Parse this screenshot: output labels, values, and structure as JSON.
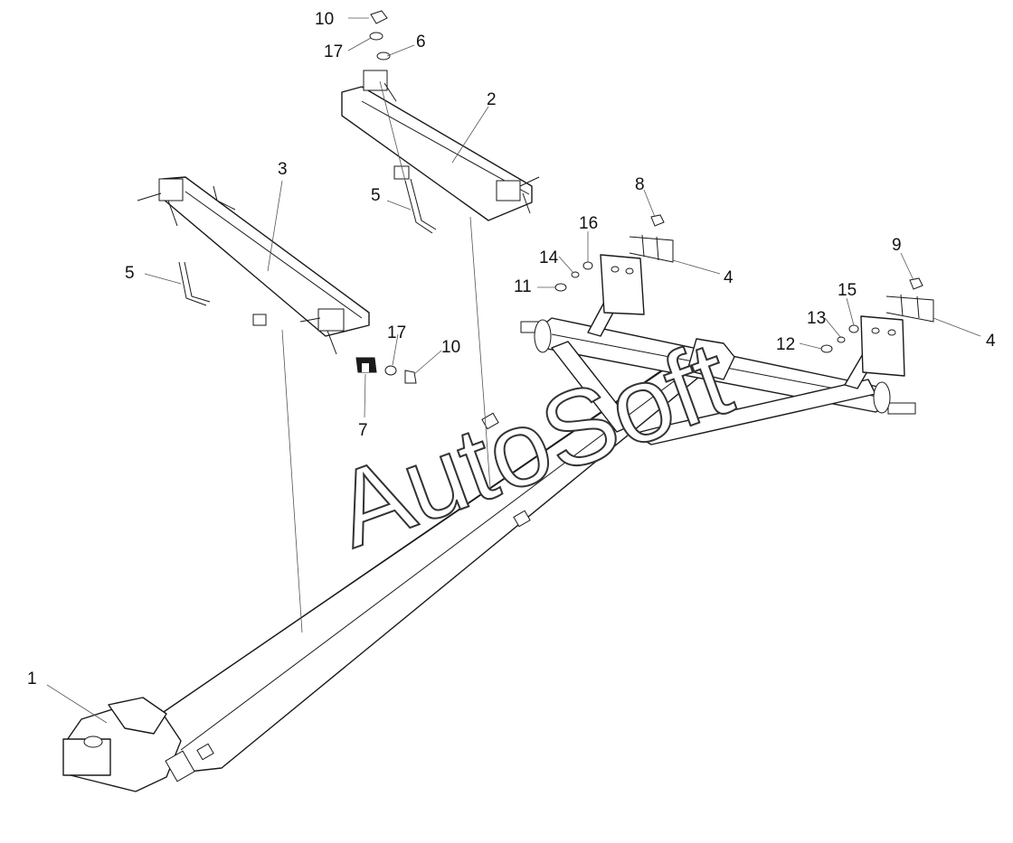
{
  "diagram": {
    "watermark_text": "AutoSoft",
    "callouts": [
      {
        "id": "c1",
        "label": "1"
      },
      {
        "id": "c2",
        "label": "2"
      },
      {
        "id": "c3",
        "label": "3"
      },
      {
        "id": "c4a",
        "label": "4"
      },
      {
        "id": "c4b",
        "label": "4"
      },
      {
        "id": "c5a",
        "label": "5"
      },
      {
        "id": "c5b",
        "label": "5"
      },
      {
        "id": "c6",
        "label": "6"
      },
      {
        "id": "c7",
        "label": "7"
      },
      {
        "id": "c8",
        "label": "8"
      },
      {
        "id": "c9",
        "label": "9"
      },
      {
        "id": "c10a",
        "label": "10"
      },
      {
        "id": "c10b",
        "label": "10"
      },
      {
        "id": "c11",
        "label": "11"
      },
      {
        "id": "c12",
        "label": "12"
      },
      {
        "id": "c13",
        "label": "13"
      },
      {
        "id": "c14",
        "label": "14"
      },
      {
        "id": "c15",
        "label": "15"
      },
      {
        "id": "c16",
        "label": "16"
      },
      {
        "id": "c17a",
        "label": "17"
      },
      {
        "id": "c17b",
        "label": "17"
      }
    ]
  }
}
